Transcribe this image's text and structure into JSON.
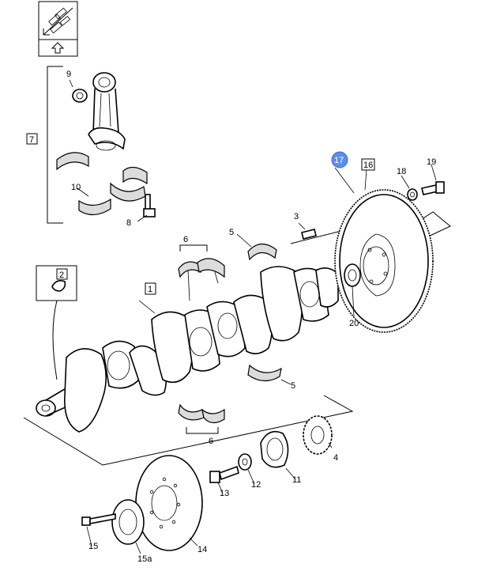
{
  "diagram": {
    "callouts": [
      {
        "id": "c9",
        "label": "9"
      },
      {
        "id": "c7",
        "label": "7",
        "boxed": true
      },
      {
        "id": "c10",
        "label": "10"
      },
      {
        "id": "c8",
        "label": "8"
      },
      {
        "id": "c2",
        "label": "2",
        "boxed": true
      },
      {
        "id": "c6a",
        "label": "6"
      },
      {
        "id": "c5a",
        "label": "5"
      },
      {
        "id": "c3",
        "label": "3"
      },
      {
        "id": "c1",
        "label": "1",
        "boxed": true
      },
      {
        "id": "c17",
        "label": "17",
        "highlighted": true
      },
      {
        "id": "c16",
        "label": "16",
        "boxed": true
      },
      {
        "id": "c18",
        "label": "18"
      },
      {
        "id": "c19",
        "label": "19"
      },
      {
        "id": "c20",
        "label": "20"
      },
      {
        "id": "c5b",
        "label": "5"
      },
      {
        "id": "c6b",
        "label": "6"
      },
      {
        "id": "c4",
        "label": "4"
      },
      {
        "id": "c11",
        "label": "11"
      },
      {
        "id": "c12",
        "label": "12"
      },
      {
        "id": "c13",
        "label": "13"
      },
      {
        "id": "c14",
        "label": "14"
      },
      {
        "id": "c15",
        "label": "15"
      },
      {
        "id": "c15a",
        "label": "15a"
      }
    ],
    "highlight_color": "#5b8fe8"
  }
}
